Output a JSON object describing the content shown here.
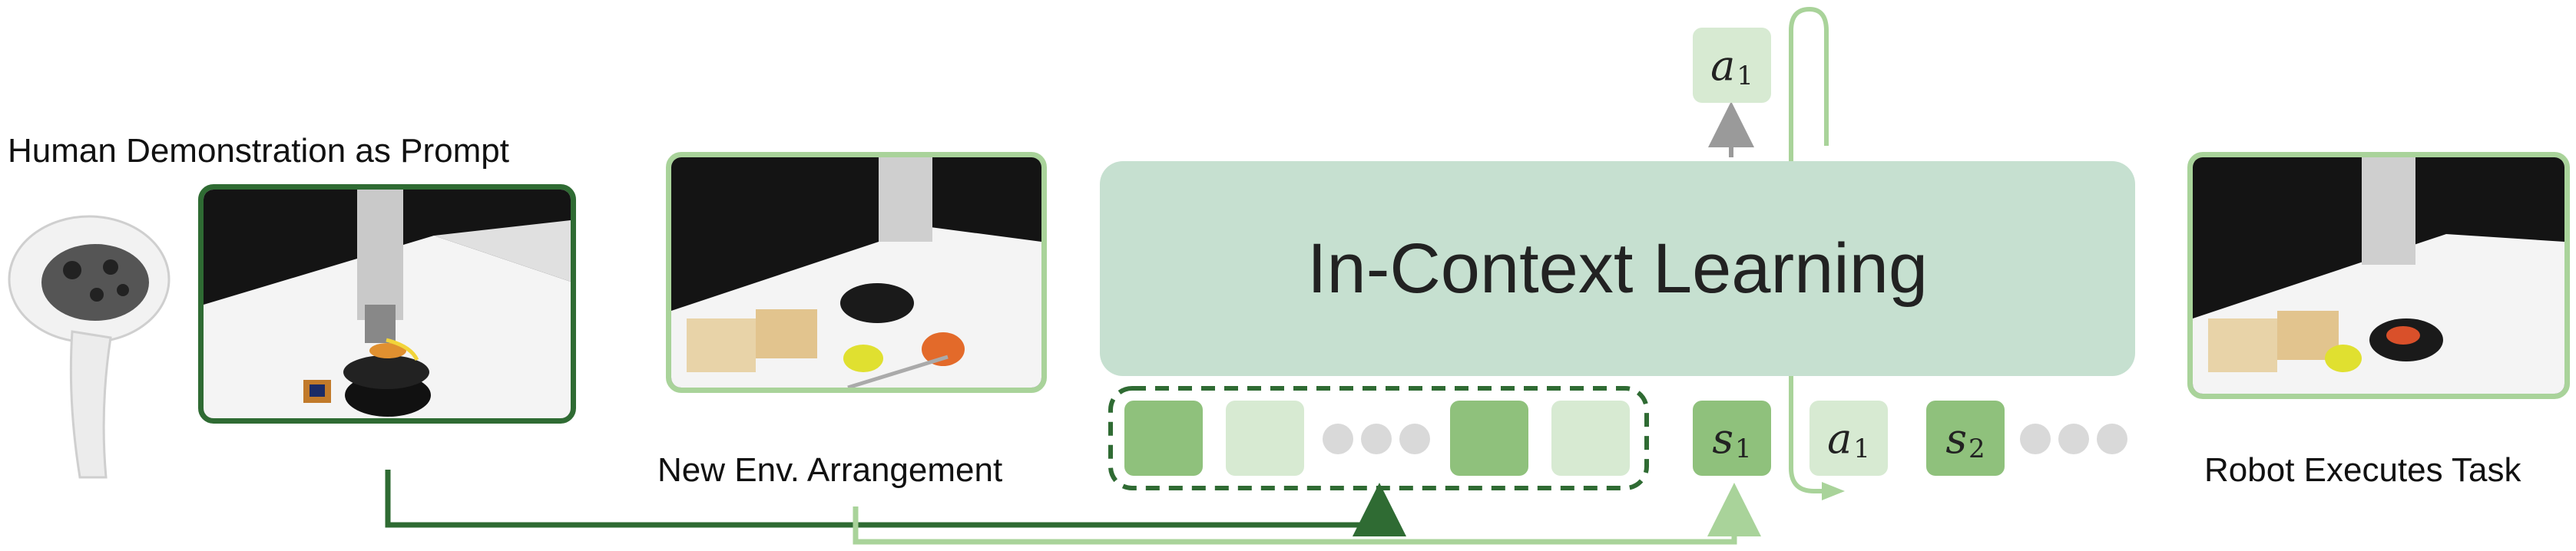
{
  "labels": {
    "human_demo": "Human Demonstration as Prompt",
    "new_env": "New Env. Arrangement",
    "robot_exec": "Robot Executes Task",
    "icl": "In-Context Learning"
  },
  "tokens": {
    "a1_out": {
      "var": "a",
      "sub": "1"
    },
    "s1": {
      "var": "s",
      "sub": "1"
    },
    "a1": {
      "var": "a",
      "sub": "1"
    },
    "s2": {
      "var": "s",
      "sub": "2"
    }
  },
  "colors": {
    "dark_green": "#2f6b33",
    "light_green": "#a9d39a",
    "icl_fill": "#c6e0d0",
    "token_dark": "#8fc17c",
    "token_light": "#d7ead2",
    "arrow_gray": "#9a9a9a"
  }
}
